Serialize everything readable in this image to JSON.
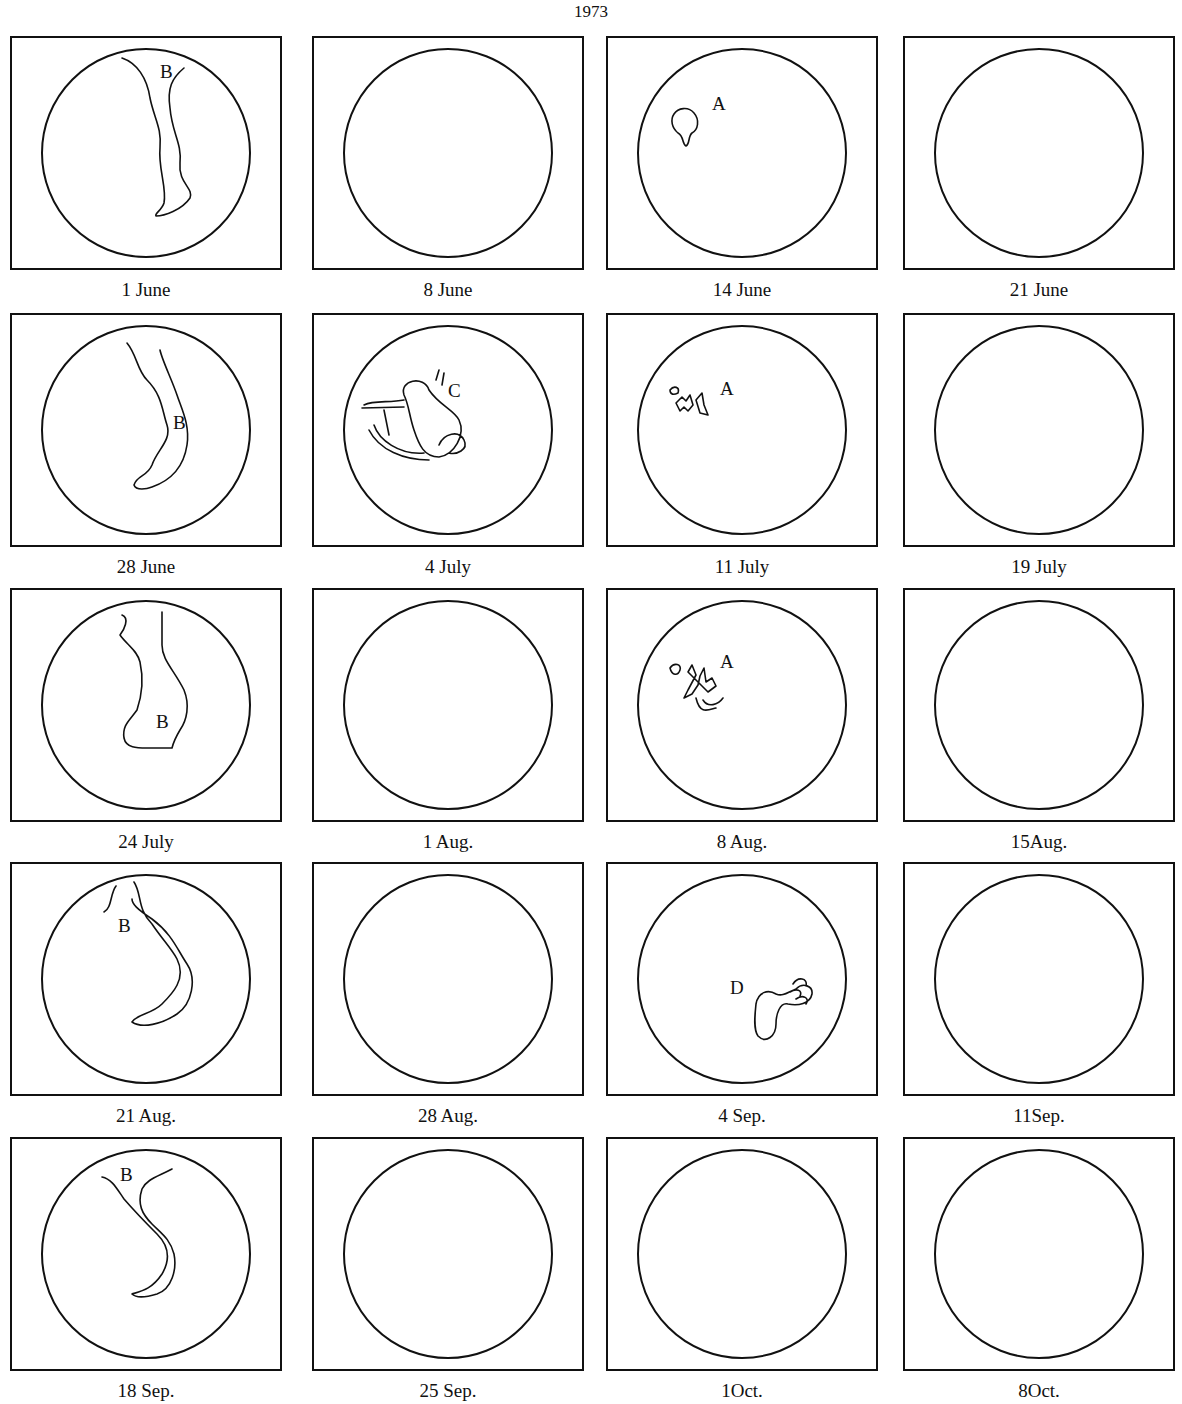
{
  "diagram": {
    "title": "1973",
    "nodes": [
      {
        "text": [
          "B",
          "1 June"
        ]
      },
      {
        "text": [
          "8 June"
        ]
      },
      {
        "text": [
          "A",
          "14 June"
        ]
      },
      {
        "text": [
          "21 June"
        ]
      },
      {
        "text": [
          "B",
          "28 June"
        ]
      },
      {
        "text": [
          "C",
          "4 July"
        ]
      },
      {
        "text": [
          "A",
          "11 July"
        ]
      },
      {
        "text": [
          "19 July"
        ]
      },
      {
        "text": [
          "B",
          "24 July"
        ]
      },
      {
        "text": [
          "1 Aug."
        ]
      },
      {
        "text": [
          "A",
          "8 Aug."
        ]
      },
      {
        "text": [
          "15Aug."
        ]
      },
      {
        "text": [
          "B",
          "21 Aug."
        ]
      },
      {
        "text": [
          "28 Aug."
        ]
      },
      {
        "text": [
          "D",
          "4 Sep."
        ]
      },
      {
        "text": [
          "11Sep."
        ]
      },
      {
        "text": [
          "B",
          "18 Sep."
        ]
      },
      {
        "text": [
          "25 Sep."
        ]
      },
      {
        "text": [
          "1Oct."
        ]
      },
      {
        "text": [
          "8Oct."
        ]
      }
    ]
  }
}
